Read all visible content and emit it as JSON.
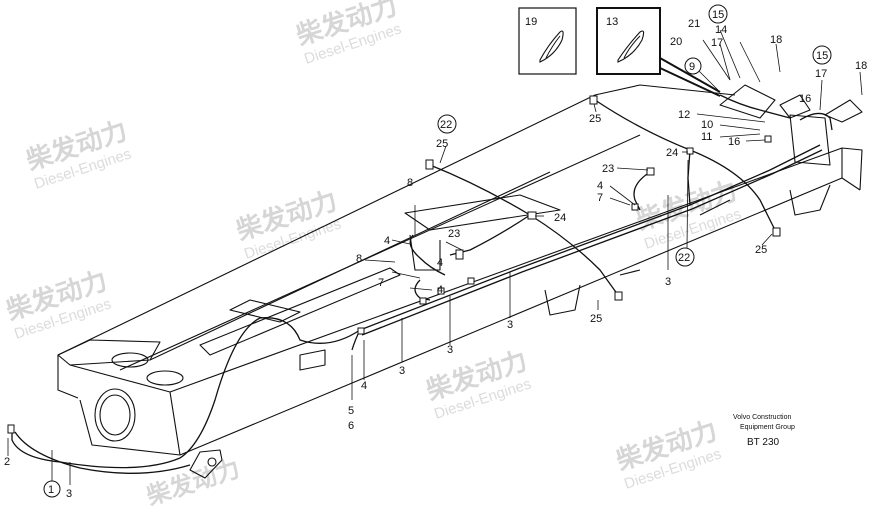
{
  "watermark": {
    "cn": "柴发动力",
    "en": "Diesel-Engines"
  },
  "credit": {
    "line1": "Volvo Construction",
    "line2": "Equipment Group",
    "code": "BT 230"
  },
  "labels": [
    "1",
    "2",
    "3",
    "3",
    "3",
    "3",
    "3",
    "4",
    "4",
    "4",
    "4",
    "4",
    "5",
    "6",
    "7",
    "7",
    "8",
    "8",
    "9",
    "10",
    "11",
    "12",
    "13",
    "14",
    "15",
    "15",
    "16",
    "16",
    "17",
    "17",
    "18",
    "18",
    "19",
    "20",
    "21",
    "22",
    "22",
    "23",
    "23",
    "24",
    "24",
    "25",
    "25",
    "25",
    "25"
  ]
}
